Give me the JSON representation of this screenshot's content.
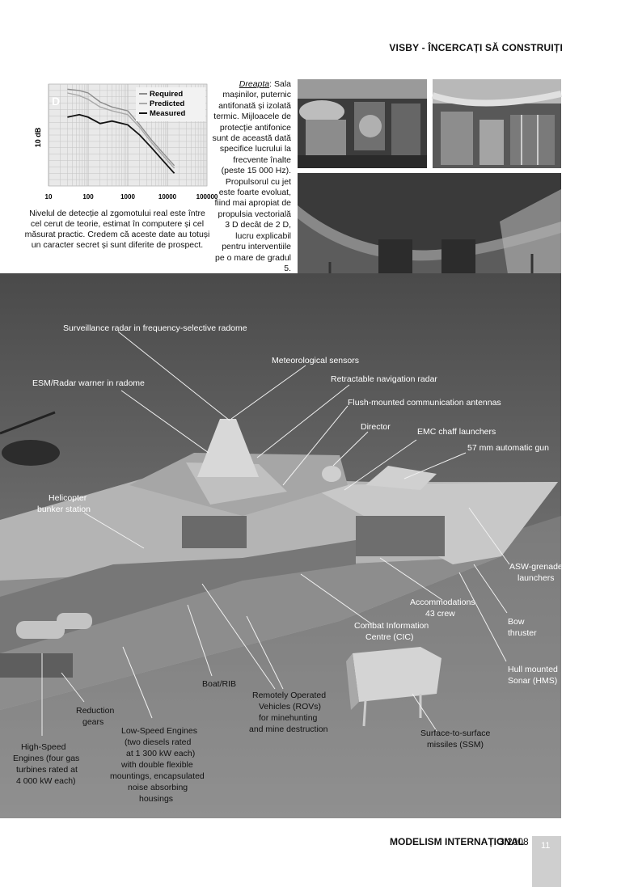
{
  "header": {
    "title": "VISBY - ÎNCERCAȚI SĂ CONSTRUIȚI"
  },
  "chart": {
    "panel_letter": "D",
    "ylabel": "10 dB",
    "x_ticks": [
      "10",
      "100",
      "1000",
      "10000",
      "100000"
    ],
    "legend": [
      "Required",
      "Predicted",
      "Measured"
    ],
    "caption": "Nivelul de detecție al zgomotului real este între cel cerut de teorie, estimat în computere și cel măsurat practic. Credem că aceste date au totuși un caracter secret și sunt diferite de prospect."
  },
  "chart_data": {
    "type": "line",
    "xscale": "log",
    "x": [
      30,
      60,
      100,
      200,
      400,
      1000,
      2000,
      4000,
      10000,
      15000
    ],
    "series": [
      {
        "name": "Required",
        "values": [
          96,
          95,
          93,
          86,
          82,
          79,
          68,
          56,
          42,
          36
        ]
      },
      {
        "name": "Predicted",
        "values": [
          93,
          91,
          88,
          82,
          79,
          76,
          66,
          54,
          40,
          34
        ]
      },
      {
        "name": "Measured",
        "values": [
          74,
          76,
          74,
          69,
          71,
          68,
          60,
          50,
          36,
          30
        ]
      }
    ],
    "xlim": [
      10,
      100000
    ],
    "ylim": [
      20,
      100
    ],
    "xlabel": "",
    "ylabel": "10 dB",
    "grid": true,
    "legend": "top-right"
  },
  "right_text": {
    "lead": "Dreapta",
    "body": ": Sala mașinilor, puternic antifonată și izolată termic. Mijloacele de protecție antifonice sunt de această dată specifice lucrului la frecvente înalte (peste 15 000 Hz). Propulsorul cu jet este foarte evoluat, fiind mai apropiat de propulsia vectorială 3 D decât de 2 D, lucru explicabil pentru interventiile pe o mare de gradul 5."
  },
  "labels": {
    "surveillance": "Surveillance radar in frequency-selective radome",
    "meteo": "Meteorological sensors",
    "esm": "ESM/Radar warner in radome",
    "navradar": "Retractable navigation radar",
    "antennas": "Flush-mounted communication antennas",
    "director": "Director",
    "chaff": "EMC chaff launchers",
    "gun": "57 mm automatic gun",
    "heli1": "Helicopter",
    "heli2": "bunker station",
    "asw1": "ASW-grenade",
    "asw2": "launchers",
    "accom1": "Accommodations",
    "accom2": "43 crew",
    "cic1": "Combat Information",
    "cic2": "Centre (CIC)",
    "bow1": "Bow",
    "bow2": "thruster",
    "sonar1": "Hull mounted",
    "sonar2": "Sonar (HMS)",
    "boat": "Boat/RIB",
    "rov1": "Remotely Operated",
    "rov2": "Vehicles (ROVs)",
    "rov3": "for minehunting",
    "rov4": "and mine destruction",
    "reduction1": "Reduction",
    "reduction2": "gears",
    "ssm1": "Surface-to-surface",
    "ssm2": "missiles (SSM)",
    "hse1": "High-Speed",
    "hse2": "Engines (four gas",
    "hse3": "turbines rated at",
    "hse4": "4 000 kW each)",
    "lse1": "Low-Speed Engines",
    "lse2": "(two diesels rated",
    "lse3": "at 1 300 kW each)",
    "lse4": "with double flexible",
    "lse5": "mountings, encapsulated",
    "lse6": "noise absorbing",
    "lse7": "housings"
  },
  "footer": {
    "magazine": "MODELISM INTERNAȚIONAL",
    "issue": "3/2008",
    "page": "11"
  }
}
